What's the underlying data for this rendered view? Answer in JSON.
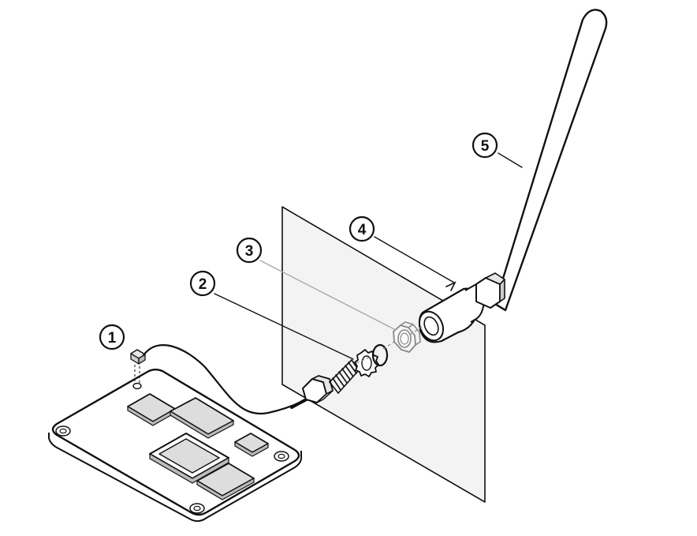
{
  "diagram": {
    "callouts": [
      {
        "id": "1",
        "label": "1"
      },
      {
        "id": "2",
        "label": "2"
      },
      {
        "id": "3",
        "label": "3"
      },
      {
        "id": "4",
        "label": "4"
      },
      {
        "id": "5",
        "label": "5"
      }
    ],
    "colors": {
      "stroke": "#111111",
      "panel_fill": "#f3f3f3",
      "chip_fill": "#dddddd",
      "leader_grey": "#a8a8a8",
      "background": "#ffffff"
    }
  }
}
